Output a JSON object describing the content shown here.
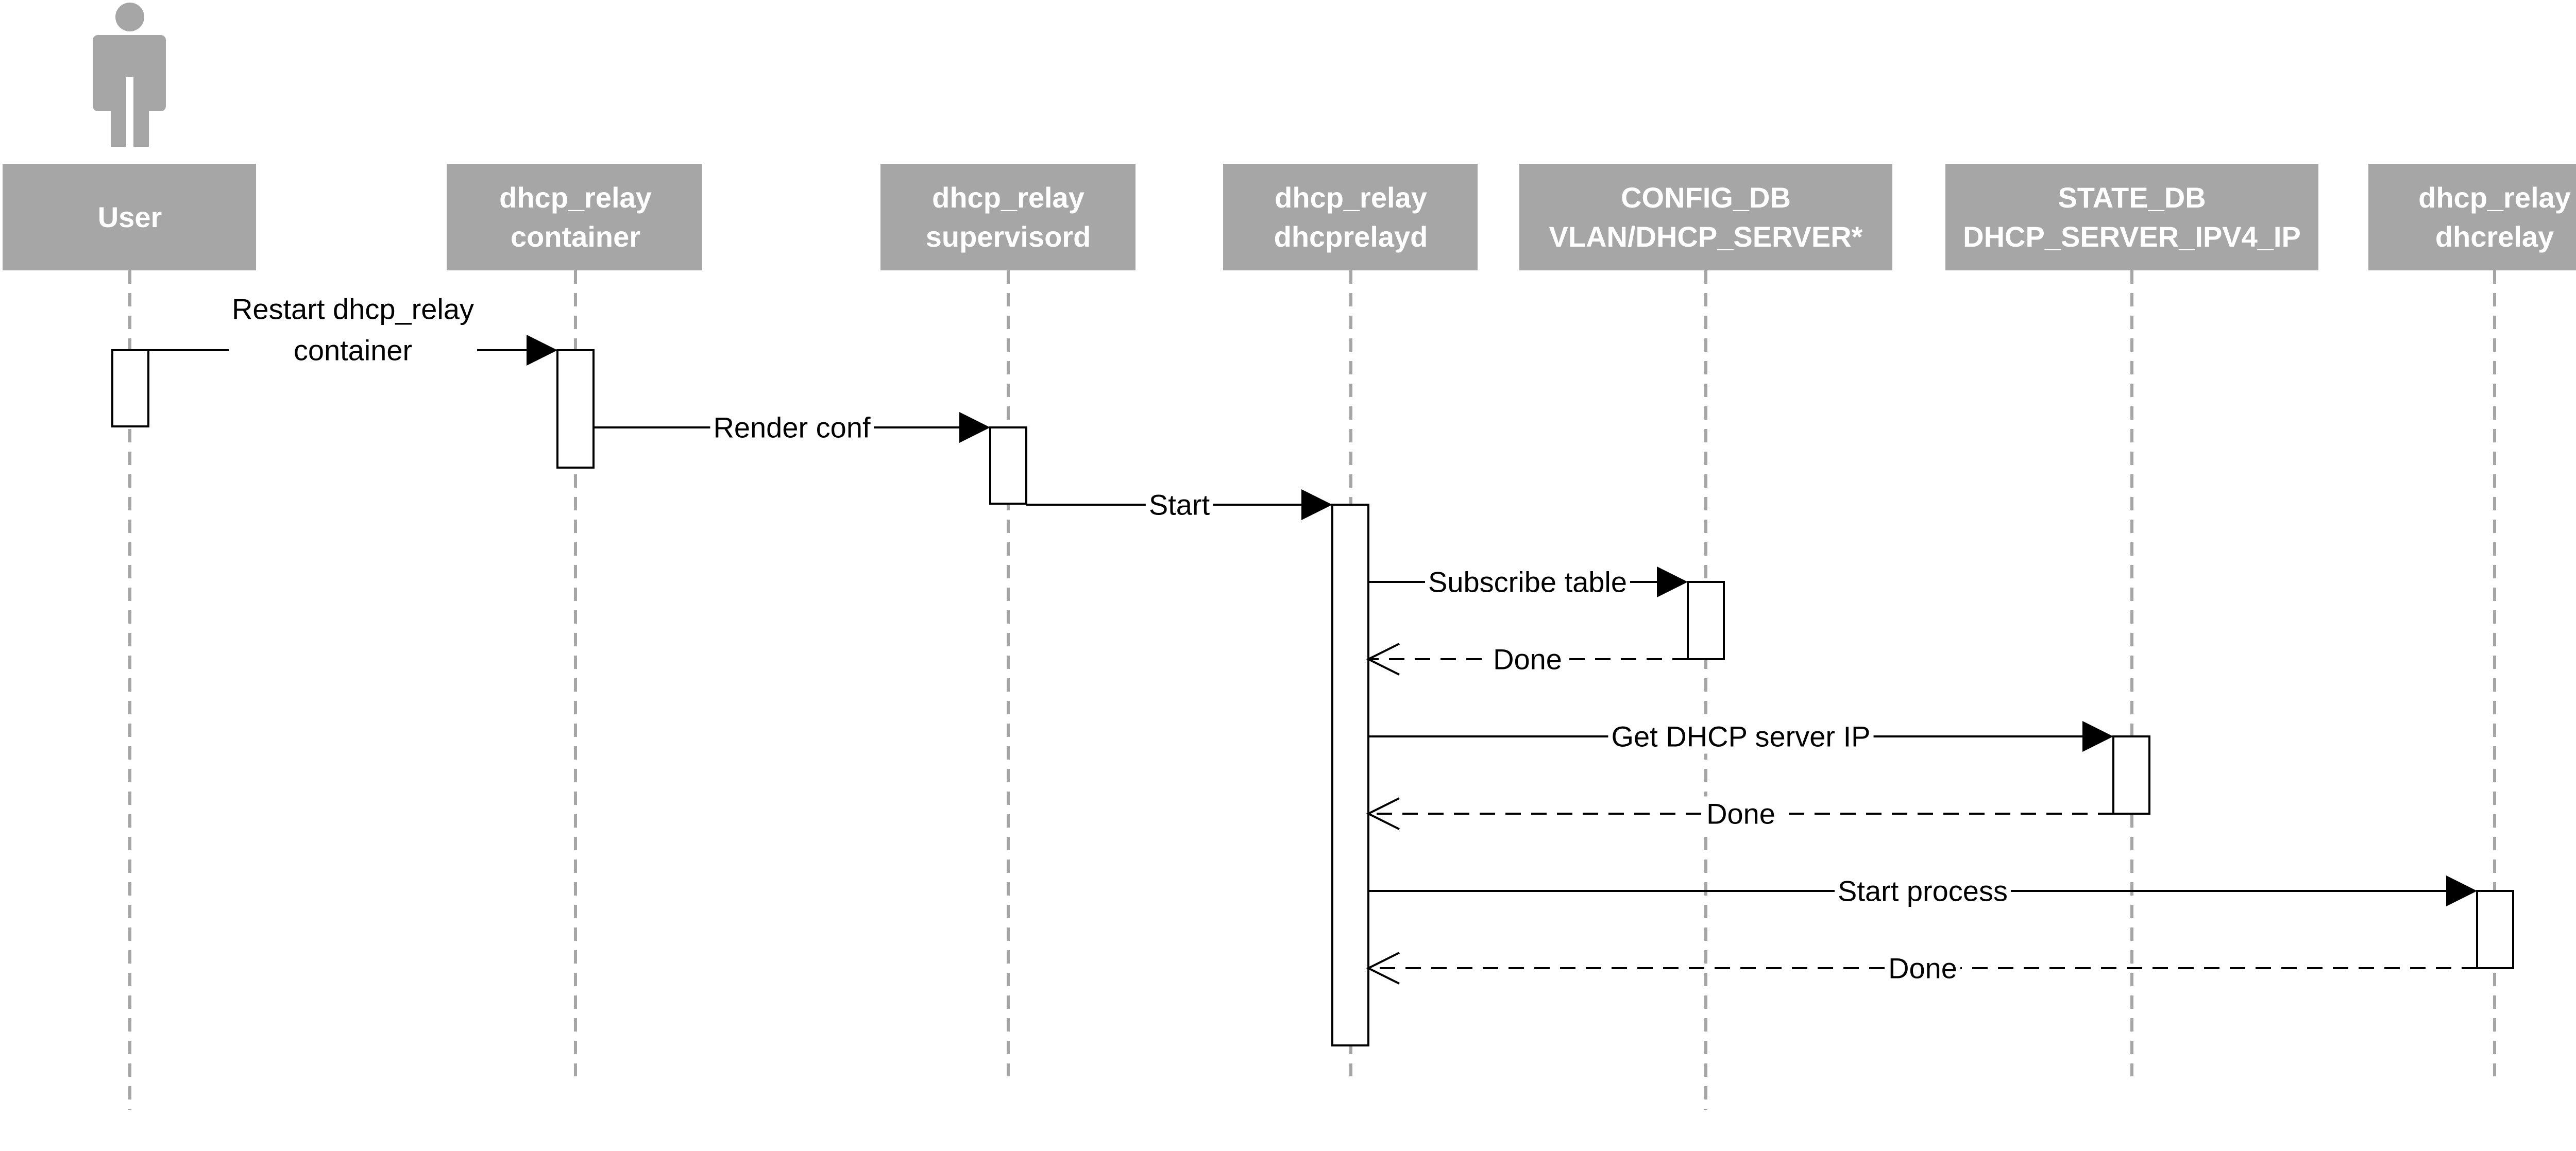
{
  "participants": [
    {
      "id": "user",
      "lines": [
        "User"
      ],
      "actor": true
    },
    {
      "id": "container",
      "lines": [
        "dhcp_relay",
        "container"
      ]
    },
    {
      "id": "supervisord",
      "lines": [
        "dhcp_relay",
        "supervisord"
      ]
    },
    {
      "id": "dhcprelayd",
      "lines": [
        "dhcp_relay",
        "dhcprelayd"
      ]
    },
    {
      "id": "config_db",
      "lines": [
        "CONFIG_DB",
        "VLAN/DHCP_SERVER*"
      ]
    },
    {
      "id": "state_db",
      "lines": [
        "STATE_DB",
        "DHCP_SERVER_IPV4_IP"
      ]
    },
    {
      "id": "dhcrelay",
      "lines": [
        "dhcp_relay",
        "dhcrelay"
      ]
    }
  ],
  "messages": [
    {
      "from": "user",
      "to": "container",
      "lines": [
        "Restart dhcp_relay",
        "container"
      ],
      "kind": "sync"
    },
    {
      "from": "container",
      "to": "supervisord",
      "lines": [
        "Render conf"
      ],
      "kind": "sync"
    },
    {
      "from": "supervisord",
      "to": "dhcprelayd",
      "lines": [
        "Start"
      ],
      "kind": "sync"
    },
    {
      "from": "dhcprelayd",
      "to": "config_db",
      "lines": [
        "Subscribe table"
      ],
      "kind": "sync"
    },
    {
      "from": "config_db",
      "to": "dhcprelayd",
      "lines": [
        "Done"
      ],
      "kind": "return"
    },
    {
      "from": "dhcprelayd",
      "to": "state_db",
      "lines": [
        "Get DHCP server IP"
      ],
      "kind": "sync"
    },
    {
      "from": "state_db",
      "to": "dhcprelayd",
      "lines": [
        "Done"
      ],
      "kind": "return"
    },
    {
      "from": "dhcprelayd",
      "to": "dhcrelay",
      "lines": [
        "Start process"
      ],
      "kind": "sync"
    },
    {
      "from": "dhcrelay",
      "to": "dhcprelayd",
      "lines": [
        "Done"
      ],
      "kind": "return"
    }
  ],
  "colors": {
    "header_fill": "#a6a6a6",
    "header_text": "#ffffff",
    "actor_fill": "#a6a6a6",
    "lifeline": "#a6a6a6",
    "line": "#000000",
    "activation_fill": "#ffffff"
  }
}
